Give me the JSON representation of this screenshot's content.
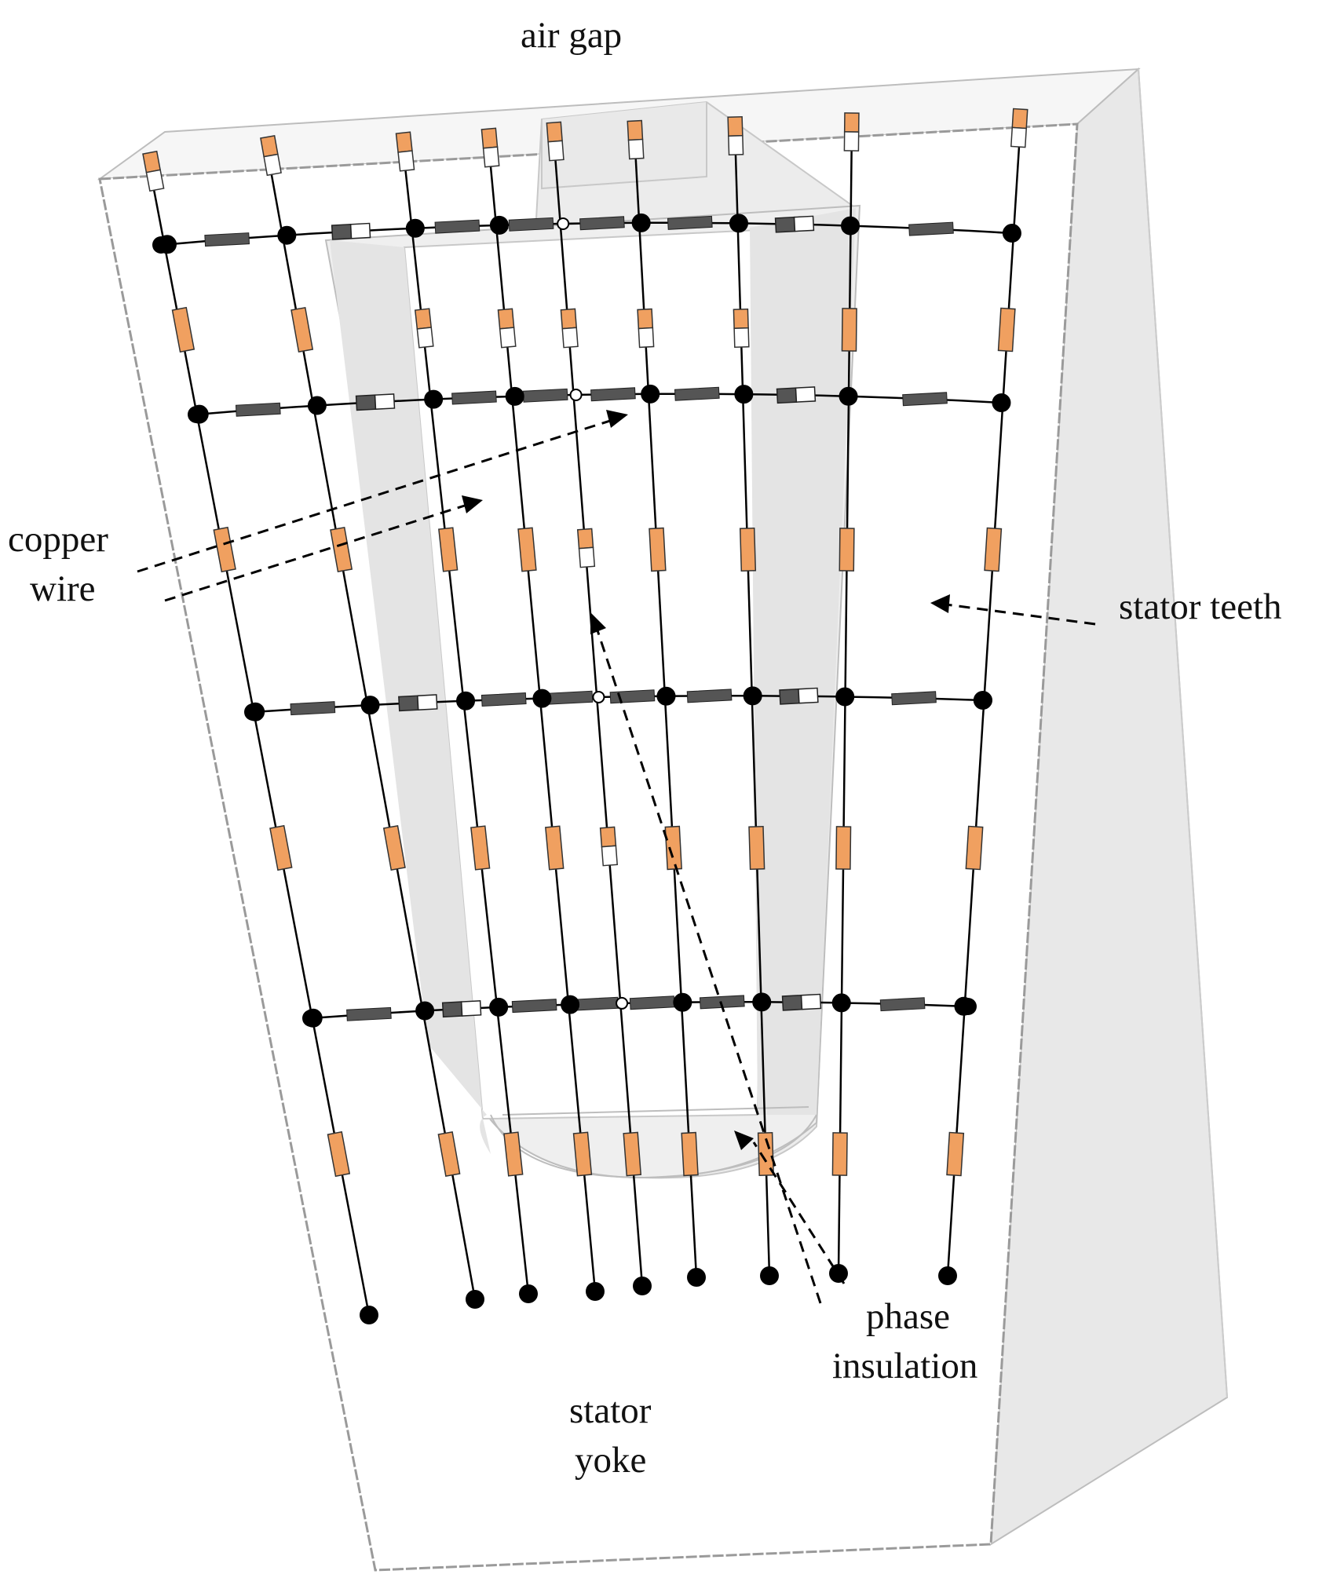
{
  "labels": {
    "air_gap": "air gap",
    "copper_wire_1": "copper",
    "copper_wire_2": "wire",
    "stator_teeth": "stator teeth",
    "phase_insulation_1": "phase",
    "phase_insulation_2": "insulation",
    "stator_yoke_1": "stator",
    "stator_yoke_2": "yoke"
  },
  "colors": {
    "copper_resistor": "#f0a060",
    "insulation_resistor": "#ffffff",
    "dark_resistor": "#555555",
    "node": "#000000",
    "wire": "#000000",
    "block_fill": "#ffffff",
    "block_edge": "#9a9a9a",
    "shade": "#ebebeb"
  }
}
